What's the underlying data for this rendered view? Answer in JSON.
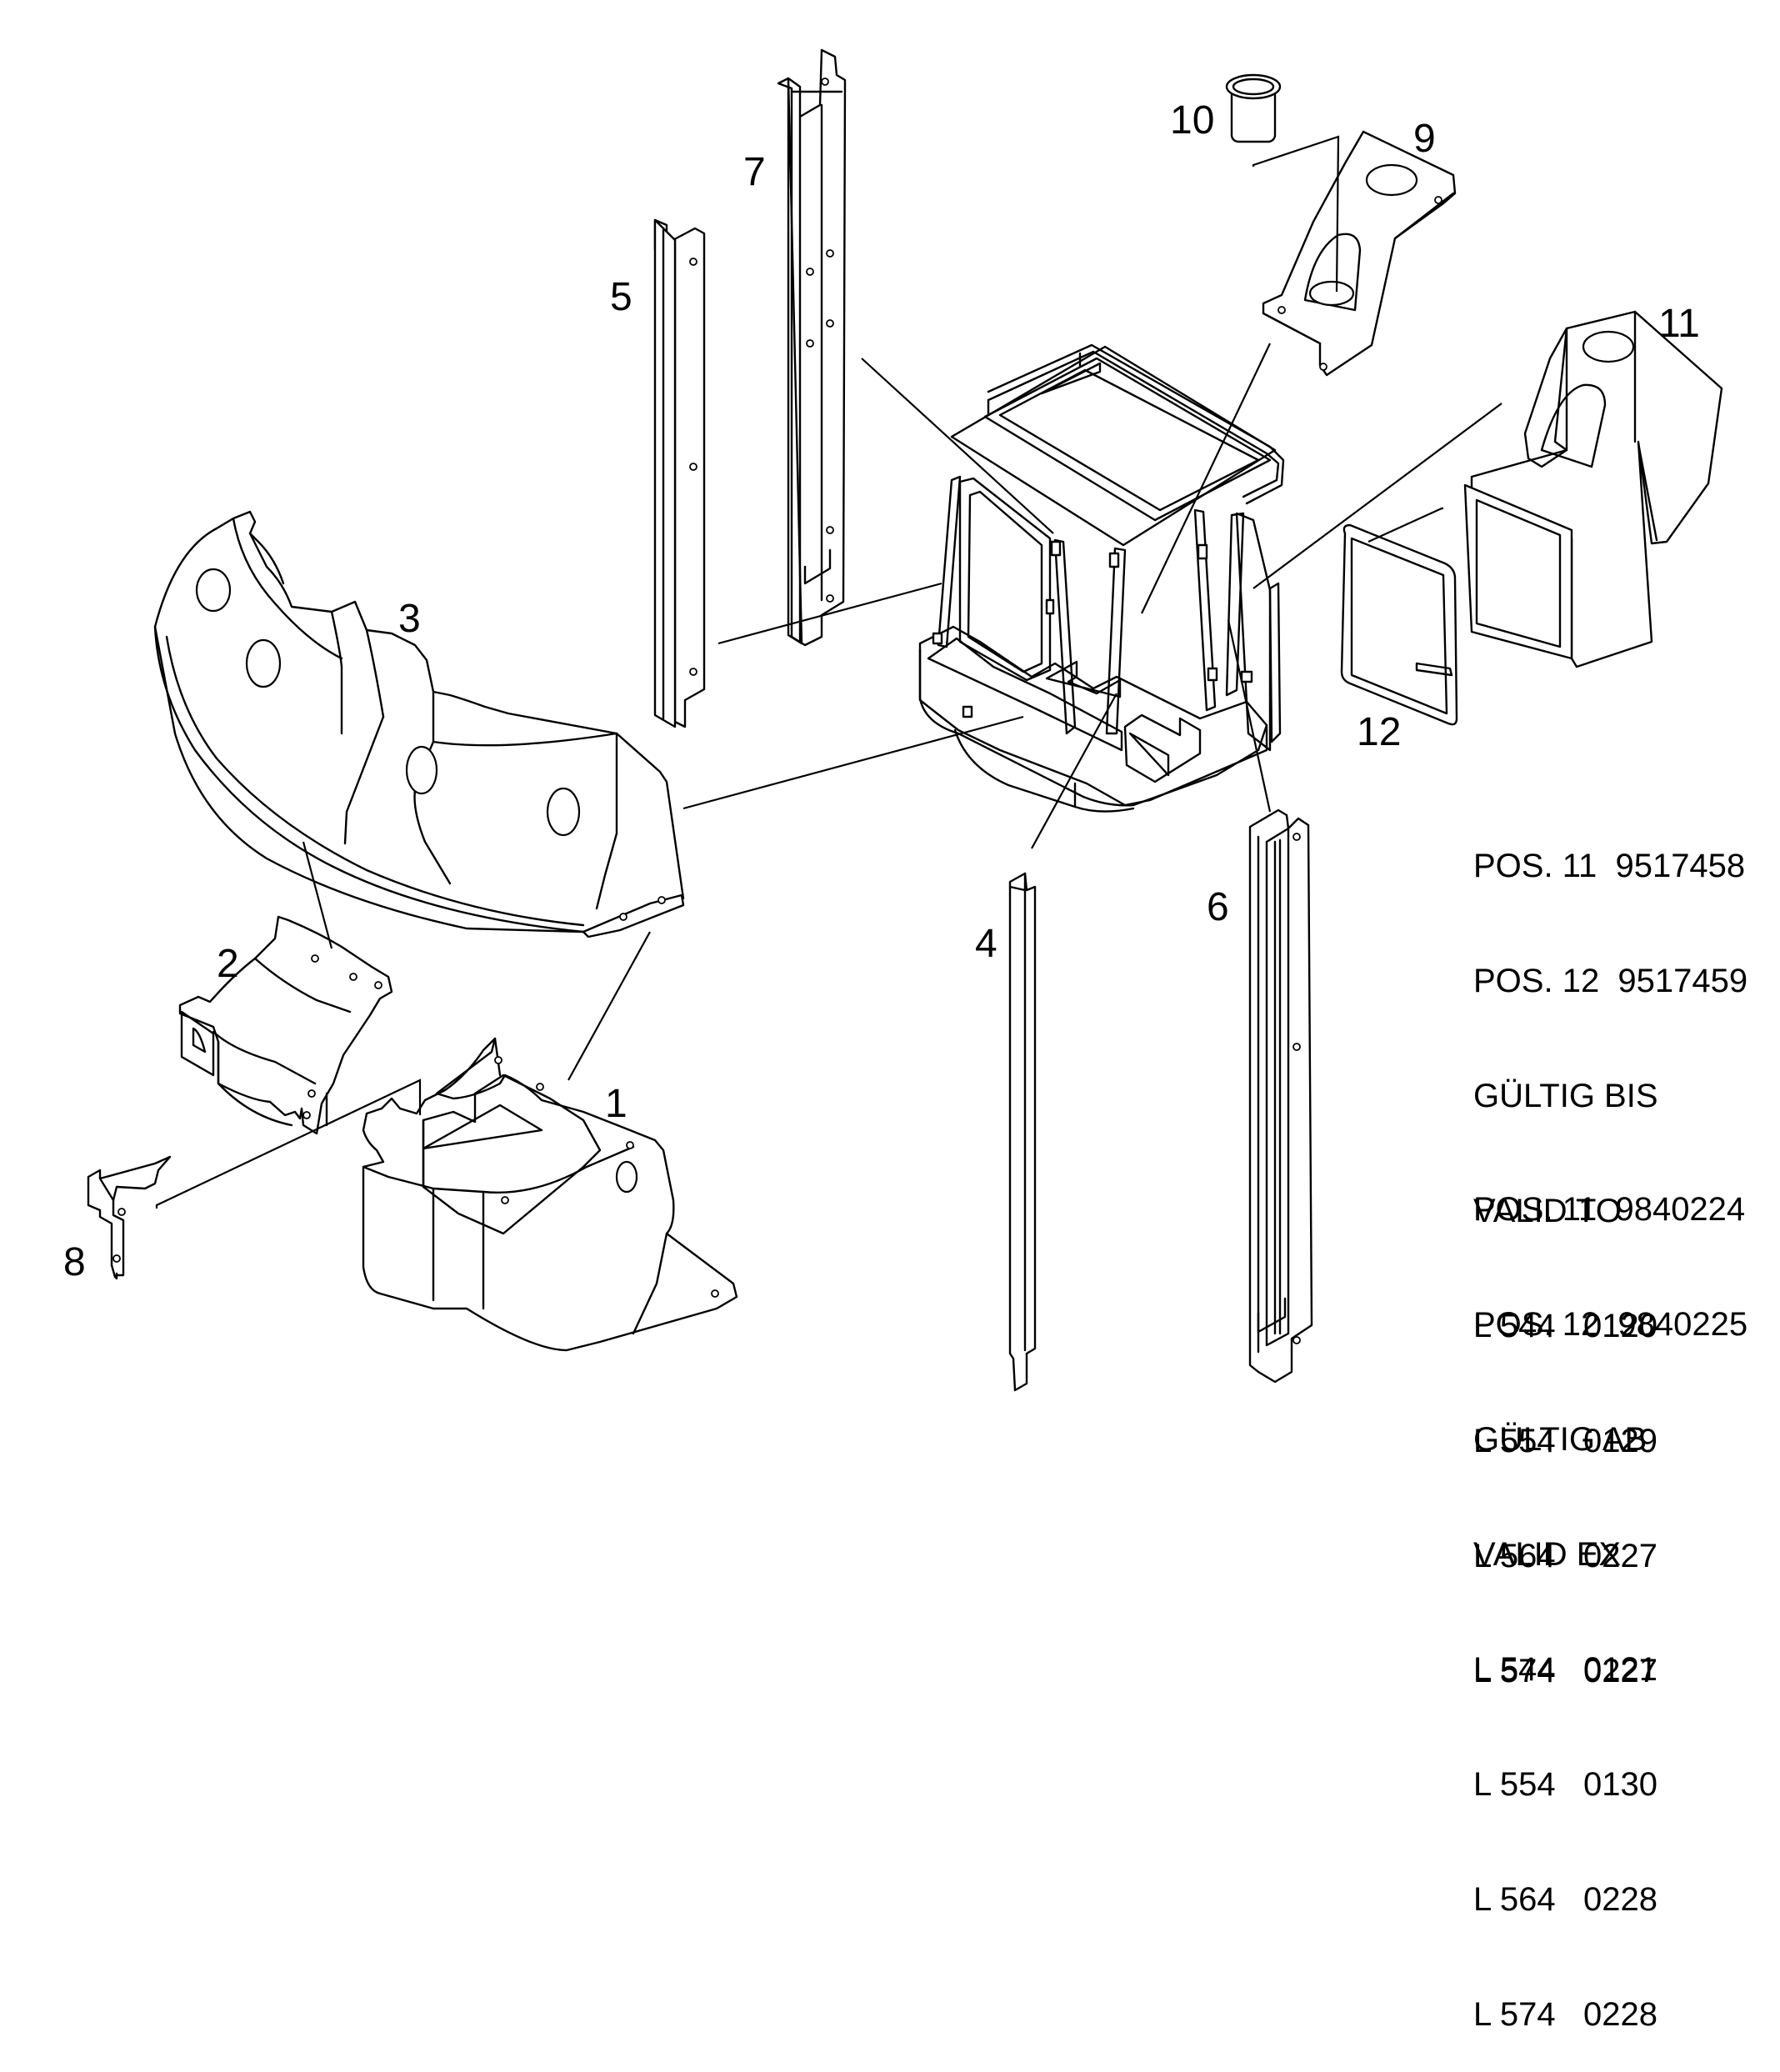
{
  "callouts": {
    "c1": "1",
    "c2": "2",
    "c3": "3",
    "c4": "4",
    "c5": "5",
    "c6": "6",
    "c7": "7",
    "c8": "8",
    "c9": "9",
    "c10": "10",
    "c11": "11",
    "c12": "12"
  },
  "notes": {
    "valid_to": [
      "POS. 11  9517458",
      "POS. 12  9517459",
      "GÜLTIG BIS",
      "VALID TO",
      "L 544   0120",
      "L 554   0129",
      "L 564   0227",
      "L 574   0227"
    ],
    "valid_ex": [
      "POS. 11  9840224",
      "POS. 12  9840225",
      "GÜLTIG AB",
      "VALID EX",
      "L 544   0121",
      "L 554   0130",
      "L 564   0228",
      "L 574   0228"
    ]
  }
}
